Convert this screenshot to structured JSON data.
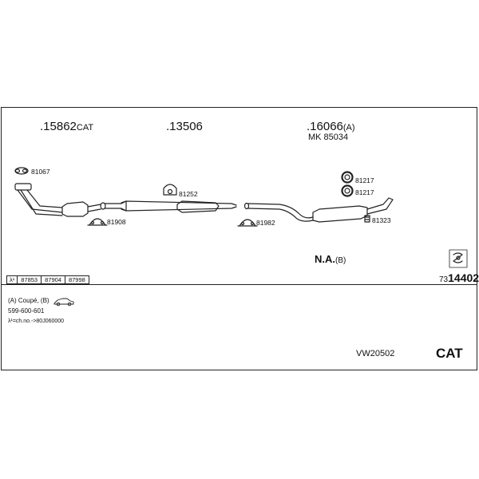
{
  "header": {
    "part1": {
      "main": ".15862",
      "suffix": "CAT"
    },
    "part2": {
      "main": ".13506",
      "suffix": ""
    },
    "part3": {
      "main": ".16066",
      "suffix": "(A)",
      "sub": "MK  85034"
    }
  },
  "callouts": {
    "c81067": "81067",
    "c81908": "81908",
    "c81252": "81252",
    "c81982": "81982",
    "c81217a": "81217",
    "c81217b": "81217",
    "c81323": "81323"
  },
  "na": {
    "main": "N.A.",
    "suffix": "(B)"
  },
  "code": {
    "prefix": "73",
    "main": "14402"
  },
  "parts_table": [
    "λ¹",
    "87853",
    "87904",
    "87998"
  ],
  "notes": {
    "line1": "(A) Coupé, (B)",
    "line2": "599-600-601",
    "line3": "λ¹=ch.no.->80J060000"
  },
  "footer": {
    "model_code": "VW20502",
    "cat": "CAT"
  },
  "icons": [
    "car-icon",
    "gasket-icon",
    "hanger-icon",
    "clamp-icon",
    "ring-icon",
    "tool-icon"
  ]
}
